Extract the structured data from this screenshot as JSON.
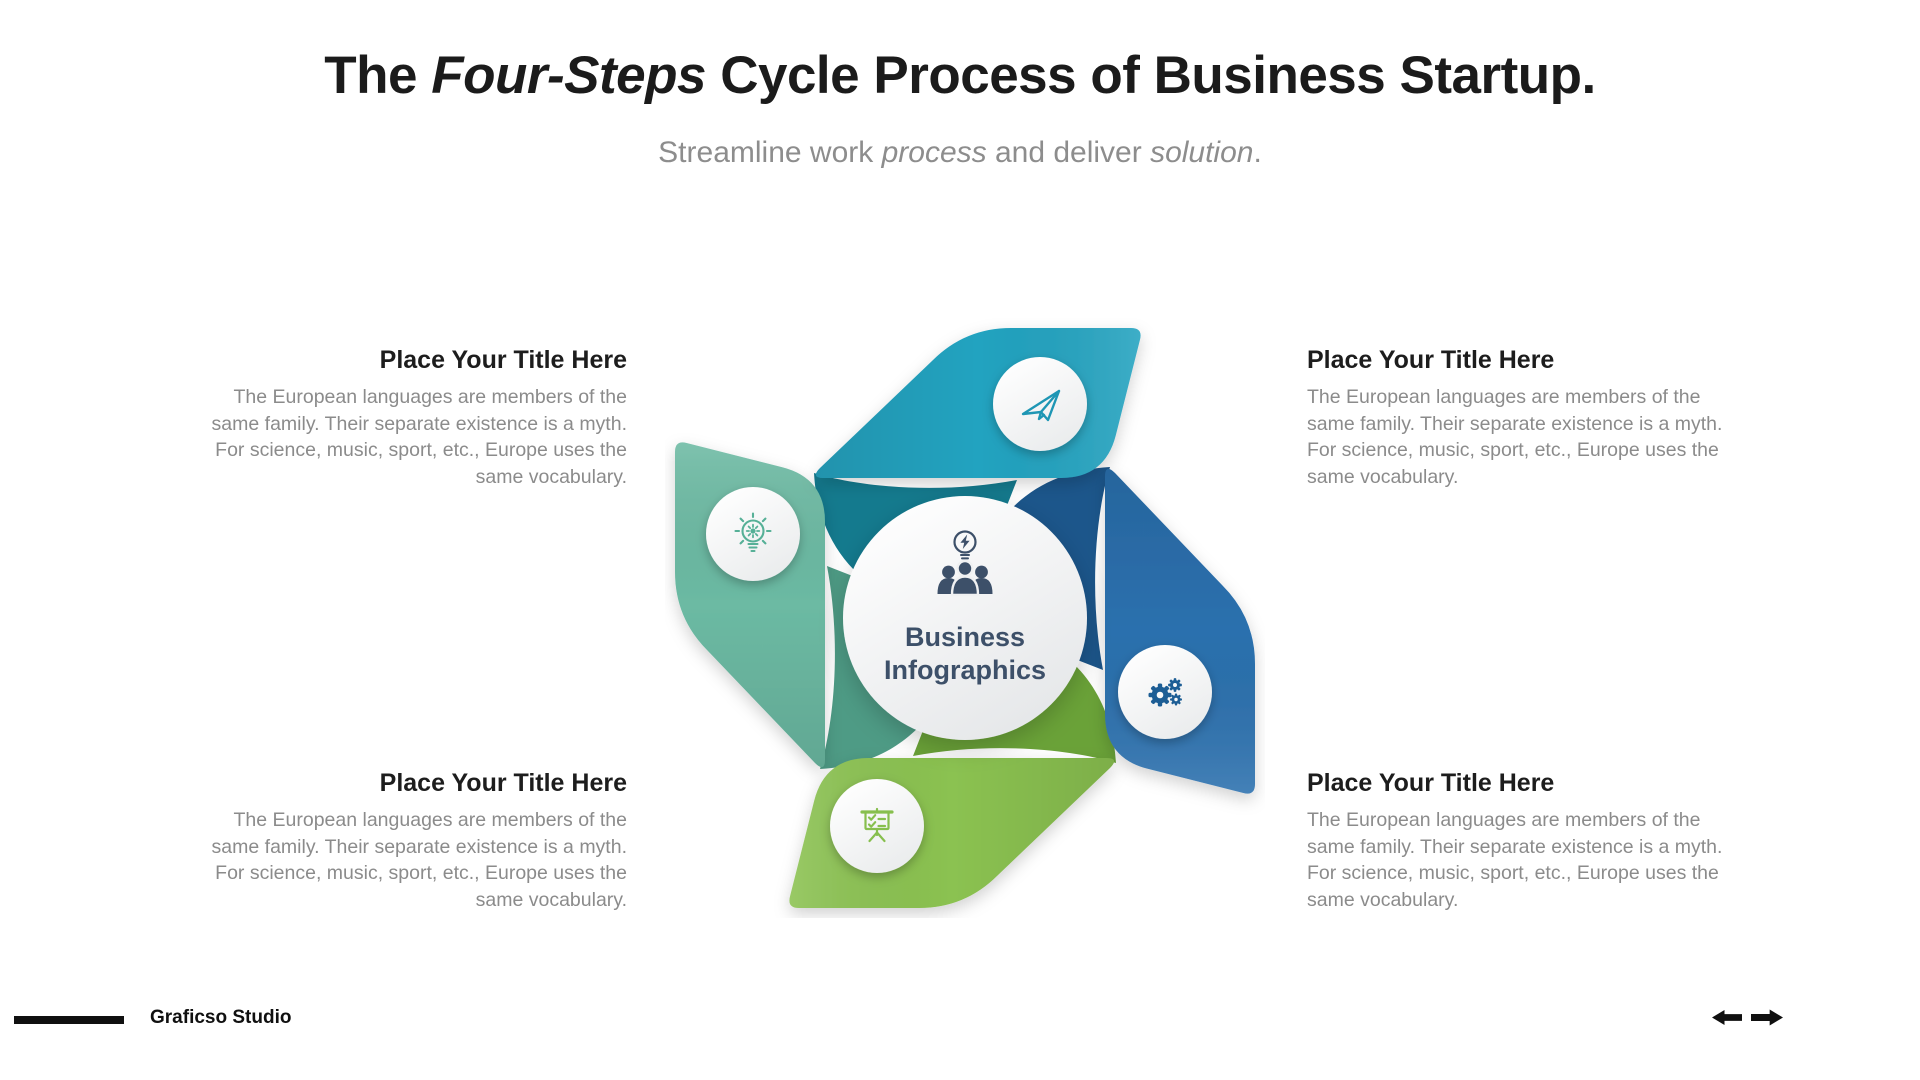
{
  "header": {
    "title": {
      "pre": "The ",
      "italic": "Four-Steps",
      "post": " Cycle Process of Business Startup."
    },
    "subtitle": {
      "pre": "Streamline work ",
      "italic1": "process",
      "mid": " and deliver ",
      "italic2": "solution",
      "post": "."
    }
  },
  "blocks": {
    "top_left": {
      "title": "Place Your Title Here",
      "body": "The European languages are members of the\nsame family. Their separate existence is a myth.\nFor science, music, sport, etc., Europe uses the\nsame vocabulary."
    },
    "top_right": {
      "title": "Place Your Title Here",
      "body": "The European languages are members of the\nsame family. Their separate existence is a myth.\nFor science, music, sport, etc., Europe uses the\nsame vocabulary."
    },
    "bottom_left": {
      "title": "Place Your Title Here",
      "body": "The European languages are members of the\nsame family. Their separate existence is a myth.\nFor science, music, sport, etc., Europe uses the\nsame vocabulary."
    },
    "bottom_right": {
      "title": "Place Your Title Here",
      "body": "The European languages are members of the\nsame family. Their separate existence is a myth.\nFor science, music, sport, etc., Europe uses the\nsame vocabulary."
    }
  },
  "pinwheel": {
    "center": {
      "line1": "Business",
      "line2": "Infographics",
      "icon": "team-idea-icon",
      "text_color": "#3d5069"
    },
    "blades": [
      {
        "position": "top",
        "icon": "paper-plane-icon",
        "color": "#23a3c0",
        "fold_color": "#147a8e",
        "icon_color": "#1e96b4"
      },
      {
        "position": "right",
        "icon": "gears-icon",
        "color": "#2b70ae",
        "fold_color": "#1c568b",
        "icon_color": "#1d5e95"
      },
      {
        "position": "bottom",
        "icon": "presentation-board-icon",
        "color": "#8bc251",
        "fold_color": "#6aa238",
        "icon_color": "#87bf4e"
      },
      {
        "position": "left",
        "icon": "lightbulb-gear-icon",
        "color": "#6cbaa3",
        "fold_color": "#4e9b85",
        "icon_color": "#56b097"
      }
    ]
  },
  "footer": {
    "brand": "Graficso Studio",
    "nav": {
      "prev": "previous-arrow",
      "next": "next-arrow"
    }
  }
}
